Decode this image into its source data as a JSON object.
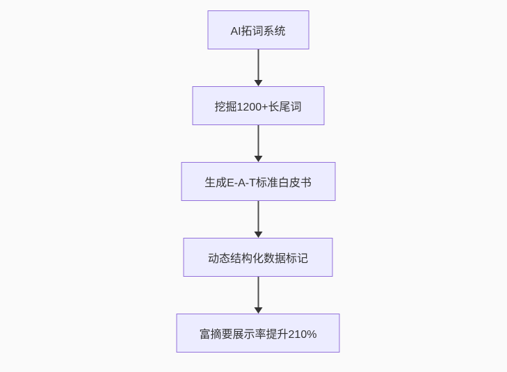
{
  "page": {
    "background_color": "#fafafa"
  },
  "flowchart": {
    "type": "top-down-flowchart",
    "node_fill_color": "#ECECFF",
    "node_border_color": "#9370DB",
    "node_text_color": "#333333",
    "arrow_color": "#333333",
    "nodes": [
      {
        "id": "A",
        "label": "AI拓词系统"
      },
      {
        "id": "B",
        "label": "挖掘1200+长尾词"
      },
      {
        "id": "C",
        "label": "生成E-A-T标准白皮书"
      },
      {
        "id": "D",
        "label": "动态结构化数据标记"
      },
      {
        "id": "E",
        "label": "富摘要展示率提升210%"
      }
    ],
    "edges": [
      {
        "from": "A",
        "to": "B"
      },
      {
        "from": "B",
        "to": "C"
      },
      {
        "from": "C",
        "to": "D"
      },
      {
        "from": "D",
        "to": "E"
      }
    ]
  }
}
